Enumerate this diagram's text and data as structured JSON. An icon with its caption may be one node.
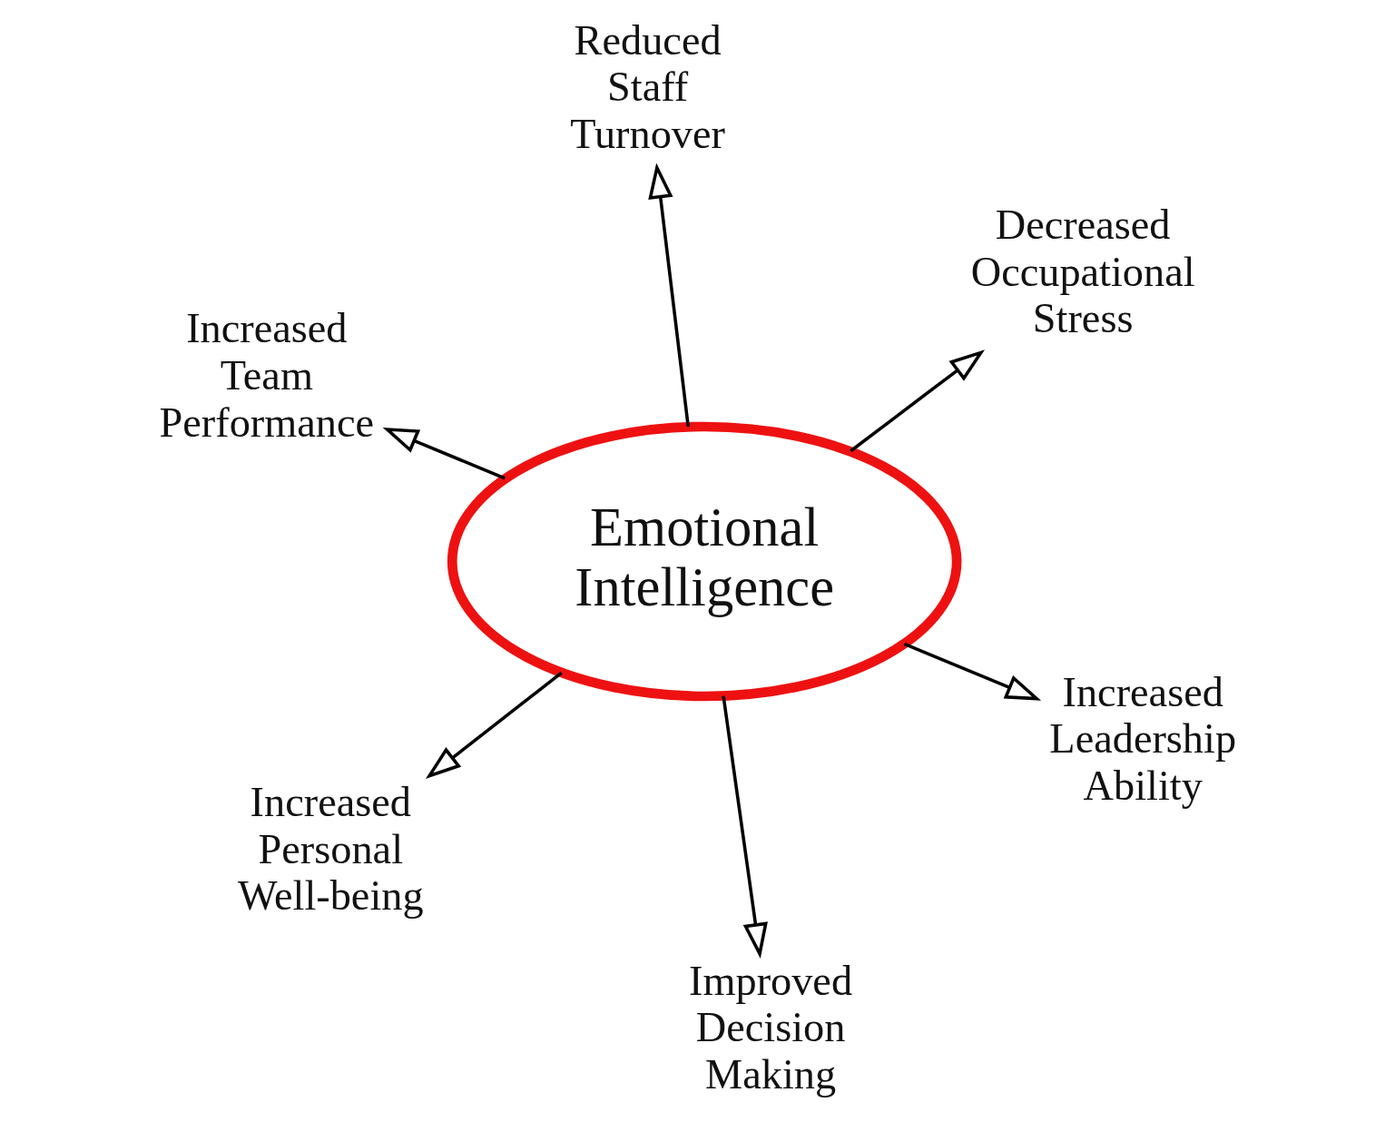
{
  "diagram": {
    "nodes": [
      {
        "text": [
          "Increased Team Performance"
        ]
      },
      {
        "text": [
          "Increased Leadership Ability"
        ]
      },
      {
        "text": [
          "Improved Decision Making"
        ]
      },
      {
        "text": [
          "Emotional Intelligence"
        ]
      },
      {
        "text": [
          "Decreased Occupational Stress"
        ]
      },
      {
        "text": [
          "Reduced Staff Turnover"
        ]
      },
      {
        "text": [
          "Increased Personal Well-being"
        ]
      }
    ],
    "edges": [
      {
        "from": 3,
        "to": 0,
        "arrow": "to"
      },
      {
        "from": 3,
        "to": 1,
        "arrow": "to"
      },
      {
        "from": 3,
        "to": 2,
        "arrow": "to"
      },
      {
        "from": 3,
        "to": 4,
        "arrow": "to"
      },
      {
        "from": 3,
        "to": 5,
        "arrow": "to"
      },
      {
        "from": 3,
        "to": 6,
        "arrow": "to"
      }
    ]
  }
}
